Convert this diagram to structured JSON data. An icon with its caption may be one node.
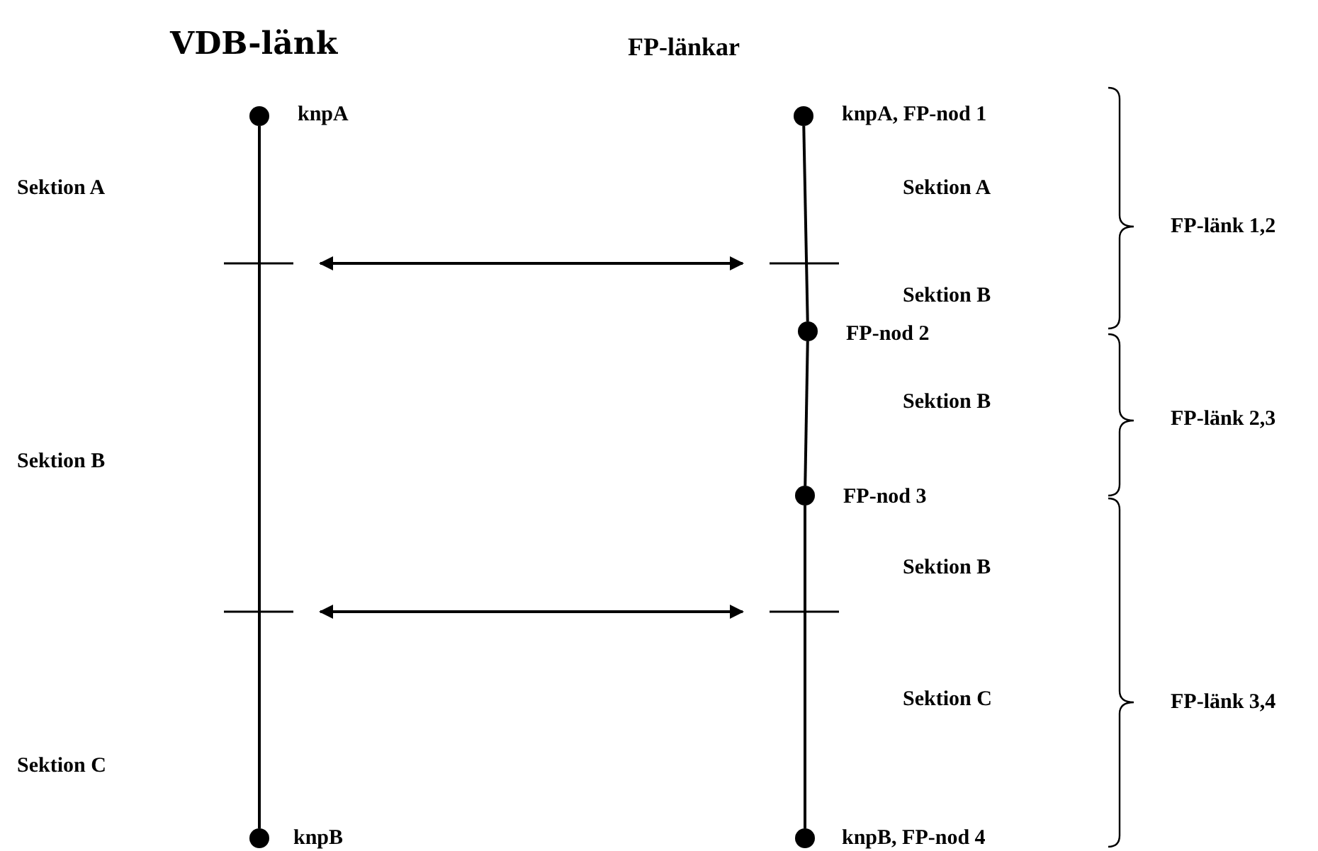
{
  "diagram": {
    "nodes": [
      {
        "text": [],
        "shape": "circle",
        "beside": [
          "knpA"
        ]
      },
      {
        "text": [],
        "shape": "circle",
        "beside": [
          "knpB"
        ]
      },
      {
        "text": [],
        "shape": "circle",
        "beside": [
          "knpA, FP-nod 1"
        ]
      },
      {
        "text": [],
        "shape": "circle",
        "beside": [
          "FP-nod 2"
        ]
      },
      {
        "text": [],
        "shape": "circle",
        "beside": [
          "FP-nod 3"
        ]
      },
      {
        "text": [],
        "shape": "circle",
        "beside": [
          "knpB, FP-nod 4"
        ]
      }
    ],
    "edges": [
      {
        "from": 0,
        "to": 1,
        "arrow": "none"
      },
      {
        "from": 2,
        "to": 3,
        "arrow": "none"
      },
      {
        "from": 3,
        "to": 4,
        "arrow": "none"
      },
      {
        "from": 4,
        "to": 5,
        "arrow": "none"
      }
    ],
    "labels": [
      "VDB-länk",
      "FP-länkar",
      "Sektion A",
      "Sektion A",
      "FP-länk 1,2",
      "Sektion B",
      "Sektion B",
      "FP-länk 2,3",
      "Sektion B",
      "Sektion B",
      "Sektion C",
      "FP-länk 3,4",
      "Sektion C"
    ]
  }
}
